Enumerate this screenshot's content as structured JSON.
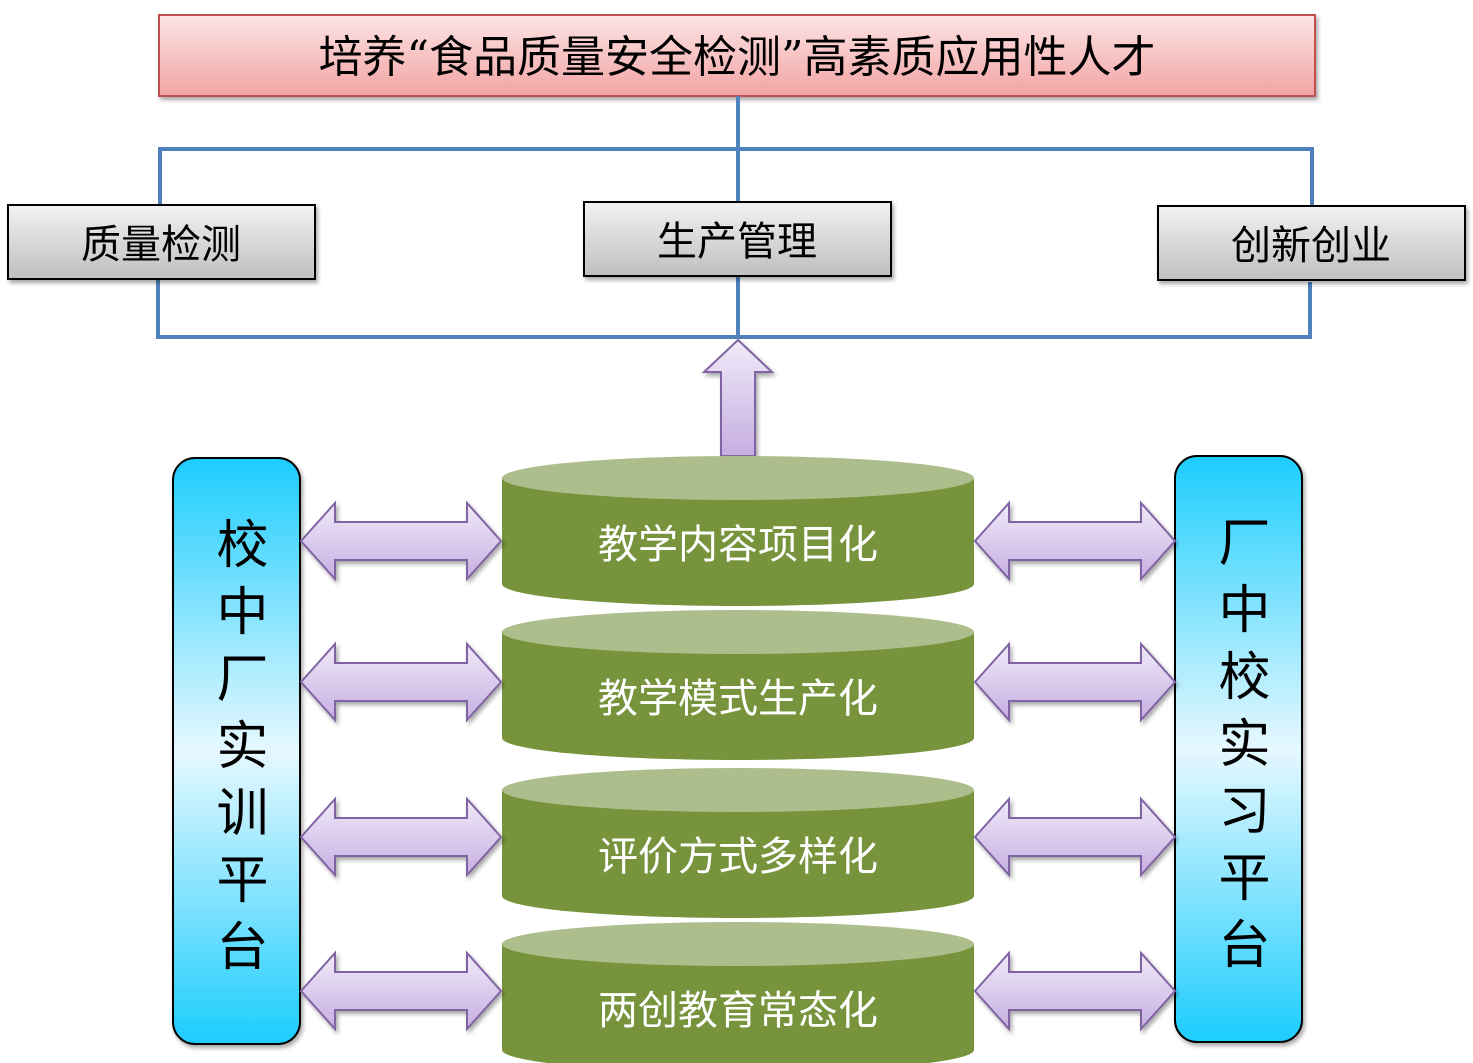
{
  "title": "培养“食品质量安全检测”高素质应用性人才",
  "outcomes": [
    {
      "label": "质量检测"
    },
    {
      "label": "生产管理"
    },
    {
      "label": "创新创业"
    }
  ],
  "pillars": [
    {
      "label": "教学内容项目化"
    },
    {
      "label": "教学模式生产化"
    },
    {
      "label": "评价方式多样化"
    },
    {
      "label": "两创教育常态化"
    }
  ],
  "platforms": {
    "left": {
      "label": "校中厂实训平台",
      "chars": [
        "校",
        "中",
        "厂",
        "实",
        "训",
        "平",
        "台"
      ]
    },
    "right": {
      "label": "厂中校实习平台",
      "chars": [
        "厂",
        "中",
        "校",
        "实",
        "习",
        "平",
        "台"
      ]
    }
  },
  "colors": {
    "title_fill_top": "#fde2e2",
    "title_fill_bottom": "#f0a0a0",
    "title_border": "#c0504d",
    "connector": "#4f81bd",
    "cyl_body": "#77933c",
    "cyl_top": "#adbe8c",
    "arrow_fill_top": "#ece4f6",
    "arrow_fill_bottom": "#c9b3e3",
    "arrow_stroke": "#8064a2",
    "platform_top": "#1ecfff",
    "platform_mid": "#e6f7ff"
  }
}
